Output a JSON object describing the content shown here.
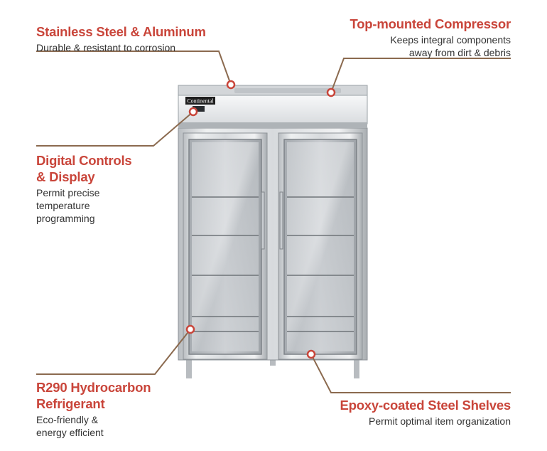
{
  "colors": {
    "heading": "#c9453a",
    "leader": "#8b6a4f",
    "text": "#333333",
    "steel_light": "#e9ebed",
    "steel_dark": "#9a9fa4"
  },
  "brand": {
    "logo_text": "Continental"
  },
  "callouts": [
    {
      "id": "stainless",
      "title": "Stainless Steel & Aluminum",
      "desc": [
        "Durable & resistant to corrosion"
      ]
    },
    {
      "id": "compressor",
      "title": "Top-mounted Compressor",
      "desc": [
        "Keeps integral components",
        "away from dirt & debris"
      ]
    },
    {
      "id": "controls",
      "title": "Digital Controls",
      "title2": "& Display",
      "desc": [
        "Permit precise",
        "temperature",
        "programming"
      ]
    },
    {
      "id": "refrigerant",
      "title": "R290 Hydrocarbon",
      "title2": "Refrigerant",
      "desc": [
        "Eco-friendly &",
        "energy efficient"
      ]
    },
    {
      "id": "shelves",
      "title": "Epoxy-coated Steel Shelves",
      "desc": [
        "Permit optimal item organization"
      ]
    }
  ]
}
